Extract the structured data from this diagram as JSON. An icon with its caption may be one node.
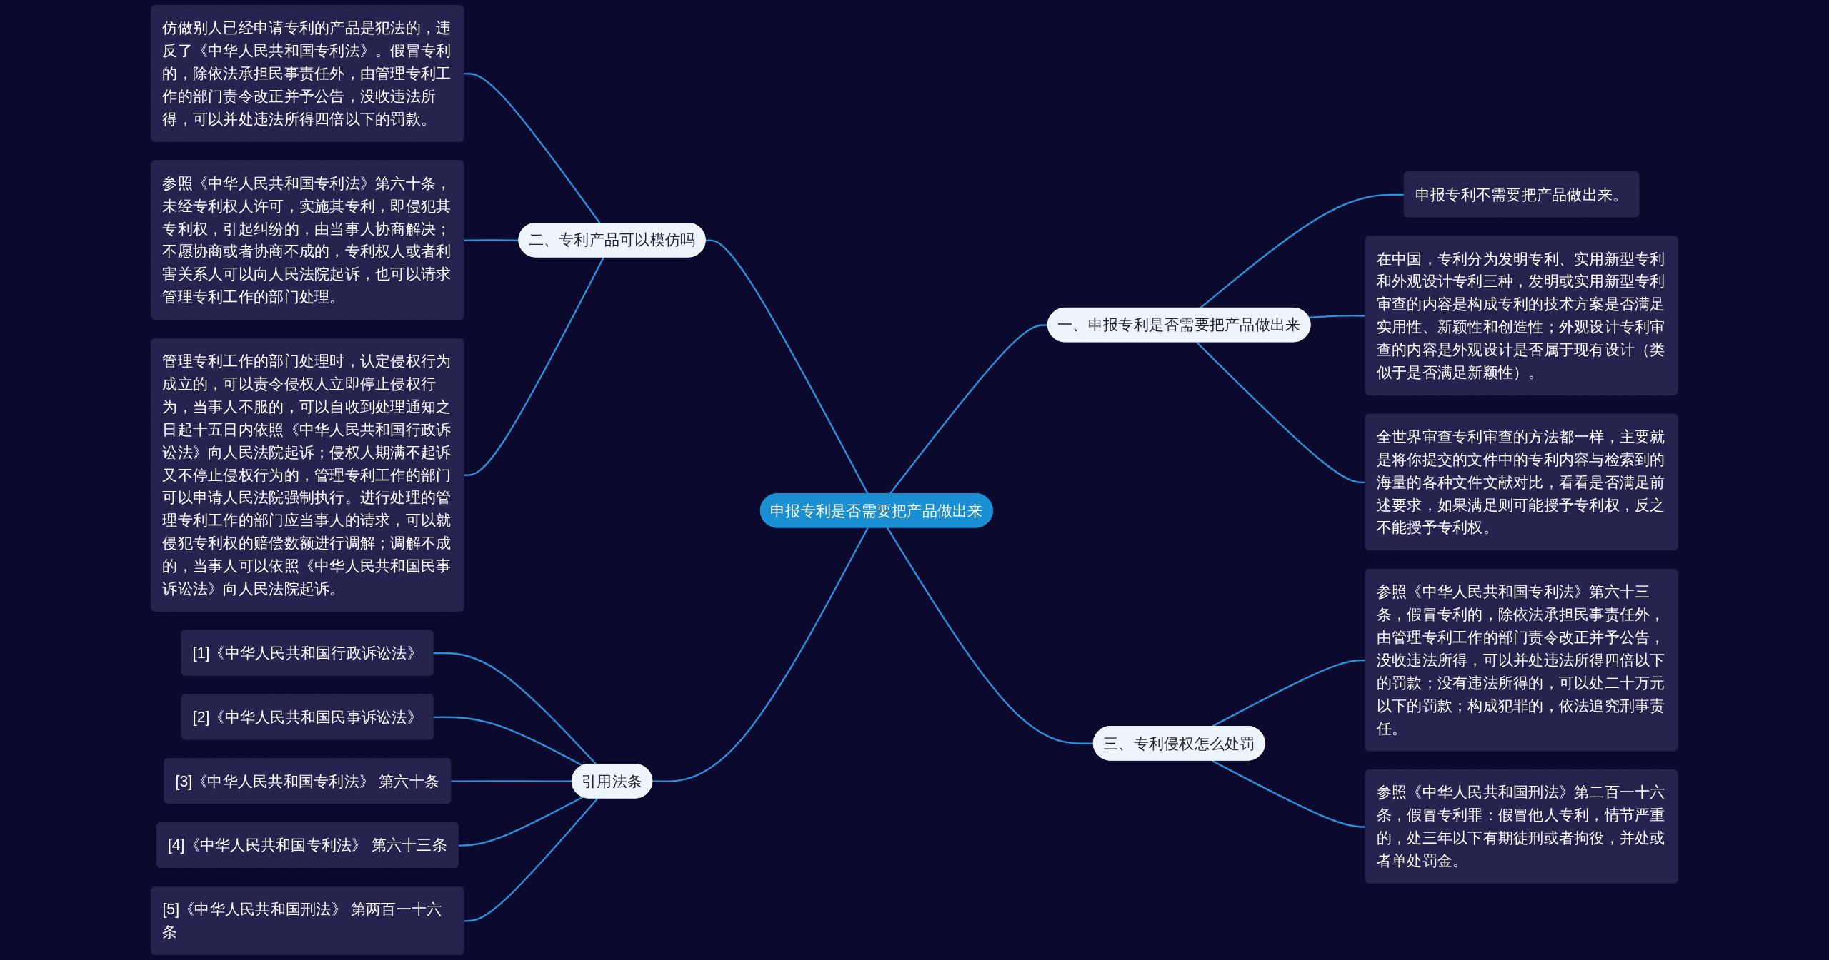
{
  "diagram": {
    "nodes": [
      {
        "text": [
          "申报专利是否需要把产品做出来"
        ]
      },
      {
        "text": [
          "一、申报专利是否需要把产品做出来"
        ]
      },
      {
        "text": [
          "申报专利不需要把产品做出来。"
        ]
      },
      {
        "text": [
          "在中国，专利分为发明专利、实用新型专利和外观设计专利三种，发明或实用新型专利审查的内容是构成专利的技术方案是否满足实用性、新颖性和创造性；外观设计专利审查的内容是外观设计是否属于现有设计（类似于是否满足新颖性）。"
        ]
      },
      {
        "text": [
          "全世界审查专利审查的方法都一样，主要就是将你提交的文件中的专利内容与检索到的海量的各种文件文献对比，看看是否满足前述要求，如果满足则可能授予专利权，反之不能授予专利权。"
        ]
      },
      {
        "text": [
          "二、专利产品可以模仿吗"
        ]
      },
      {
        "text": [
          "仿做别人已经申请专利的产品是犯法的，违反了《中华人民共和国专利法》。假冒专利的，除依法承担民事责任外，由管理专利工作的部门责令改正并予公告，没收违法所得，可以并处违法所得四倍以下的罚款。"
        ]
      },
      {
        "text": [
          "参照《中华人民共和国专利法》第六十条，未经专利权人许可，实施其专利，即侵犯其专利权，引起纠纷的，由当事人协商解决；不愿协商或者协商不成的，专利权人或者利害关系人可以向人民法院起诉，也可以请求管理专利工作的部门处理。"
        ]
      },
      {
        "text": [
          "管理专利工作的部门处理时，认定侵权行为成立的，可以责令侵权人立即停止侵权行为，当事人不服的，可以自收到处理通知之日起十五日内依照《中华人民共和国行政诉讼法》向人民法院起诉；侵权人期满不起诉又不停止侵权行为的，管理专利工作的部门可以申请人民法院强制执行。进行处理的管理专利工作的部门应当事人的请求，可以就侵犯专利权的赔偿数额进行调解；调解不成的，当事人可以依照《中华人民共和国民事诉讼法》向人民法院起诉。"
        ]
      },
      {
        "text": [
          "三、专利侵权怎么处罚"
        ]
      },
      {
        "text": [
          "参照《中华人民共和国专利法》第六十三条，假冒专利的，除依法承担民事责任外，由管理专利工作的部门责令改正并予公告，没收违法所得，可以并处违法所得四倍以下的罚款；没有违法所得的，可以处二十万元以下的罚款；构成犯罪的，依法追究刑事责任。"
        ]
      },
      {
        "text": [
          "参照《中华人民共和国刑法》第二百一十六条，假冒专利罪：假冒他人专利，情节严重的，处三年以下有期徒刑或者拘役，并处或者单处罚金。"
        ]
      },
      {
        "text": [
          "引用法条"
        ]
      },
      {
        "text": [
          "[1]《中华人民共和国行政诉讼法》"
        ]
      },
      {
        "text": [
          "[2]《中华人民共和国民事诉讼法》"
        ]
      },
      {
        "text": [
          "[3]《中华人民共和国专利法》 第六十条"
        ]
      },
      {
        "text": [
          "[4]《中华人民共和国专利法》 第六十三条"
        ]
      },
      {
        "text": [
          "[5]《中华人民共和国刑法》 第两百一十六条"
        ]
      }
    ],
    "edges": [
      {
        "from": 0,
        "to": 1,
        "arrow": "none"
      },
      {
        "from": 1,
        "to": 2,
        "arrow": "none"
      },
      {
        "from": 1,
        "to": 3,
        "arrow": "none"
      },
      {
        "from": 1,
        "to": 4,
        "arrow": "none"
      },
      {
        "from": 5,
        "to": 0,
        "arrow": "none"
      },
      {
        "from": 6,
        "to": 5,
        "arrow": "none"
      },
      {
        "from": 7,
        "to": 5,
        "arrow": "none"
      },
      {
        "from": 8,
        "to": 5,
        "arrow": "none"
      },
      {
        "from": 0,
        "to": 9,
        "arrow": "none"
      },
      {
        "from": 9,
        "to": 10,
        "arrow": "none"
      },
      {
        "from": 9,
        "to": 11,
        "arrow": "none"
      },
      {
        "from": 12,
        "to": 0,
        "arrow": "none"
      },
      {
        "from": 13,
        "to": 12,
        "arrow": "none"
      },
      {
        "from": 14,
        "to": 12,
        "arrow": "none"
      },
      {
        "from": 15,
        "to": 12,
        "arrow": "none"
      },
      {
        "from": 16,
        "to": 12,
        "arrow": "none"
      },
      {
        "from": 17,
        "to": 12,
        "arrow": "none"
      }
    ]
  }
}
